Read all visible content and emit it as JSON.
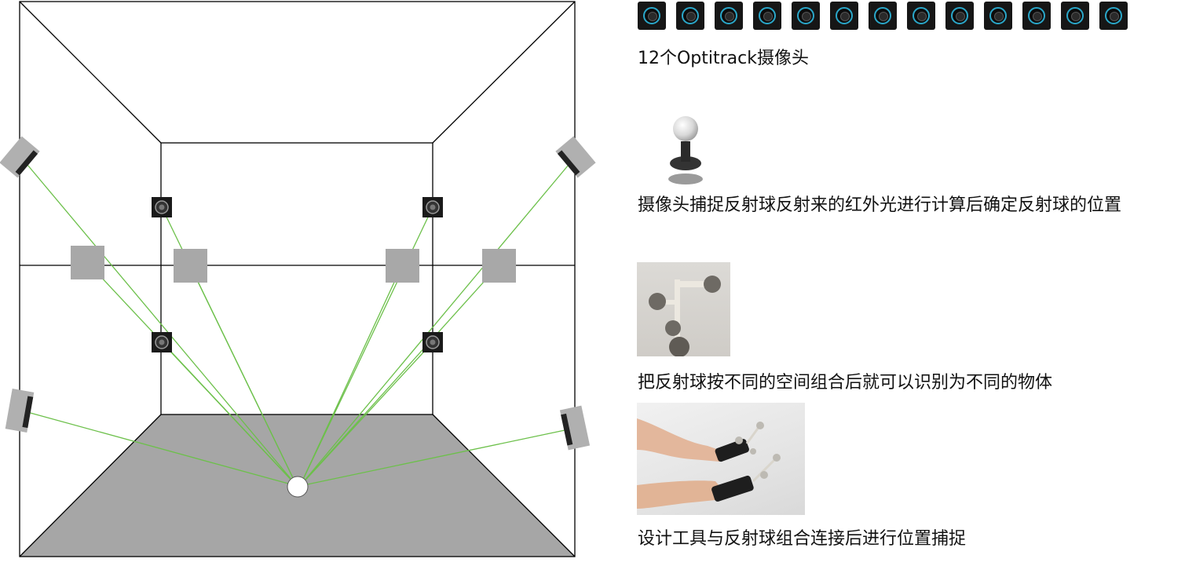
{
  "captions": {
    "cameras": "12个Optitrack摄像头",
    "marker": "摄像头捕捉反射球反射来的红外光进行计算后确定反射球的位置",
    "rigid_body": "把反射球按不同的空间组合后就可以识别为不同的物体",
    "tools": "设计工具与反射球组合连接后进行位置捕捉"
  },
  "camera_icons": [
    "camera-icon",
    "camera-icon",
    "camera-icon",
    "camera-icon",
    "camera-icon",
    "camera-icon",
    "camera-icon",
    "camera-icon",
    "camera-icon",
    "camera-icon",
    "camera-icon",
    "camera-icon",
    "camera-icon"
  ],
  "colors": {
    "ray": "#6cc04a",
    "floor": "#a6a6a6",
    "camera_body": "#b0b0b0",
    "camera_ring": "#2aa7c9",
    "line": "#000000"
  }
}
